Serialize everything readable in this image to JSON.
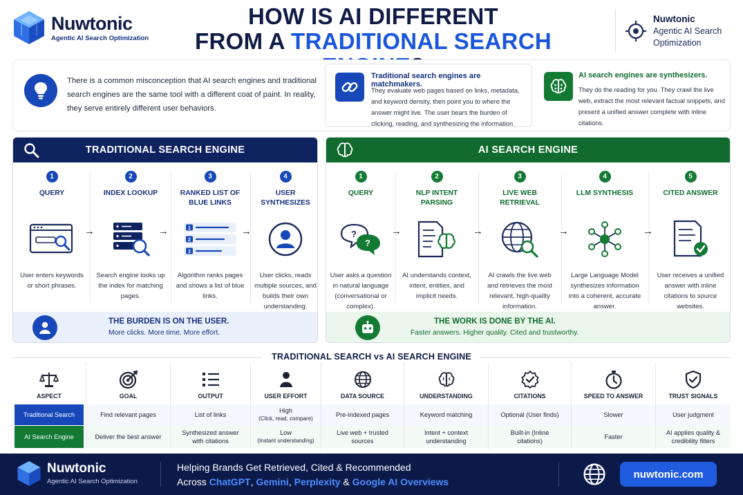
{
  "header": {
    "brand": "Nuwtonic",
    "brand_sub": "Agentic AI Search Optimization",
    "title_line1": "HOW IS AI DIFFERENT",
    "title_line2_a": "FROM A ",
    "title_line2_b": "TRADITIONAL SEARCH ENGINE",
    "title_line2_c": "?",
    "right_brand": "Nuwtonic",
    "right_sub1": "Agentic AI Search",
    "right_sub2": "Optimization"
  },
  "intro": {
    "text": "There is a common misconception that AI search engines and traditional search engines are the same tool with a different coat of paint. In reality, they serve entirely different user behaviors.",
    "trad_head": "Traditional search engines are matchmakers.",
    "trad_body": "They evaluate web pages based on links, metadata, and keyword density, then point you to where the answer might live. The user bears the burden of clicking, reading, and synthesizing the information.",
    "ai_head": "AI search engines are synthesizers.",
    "ai_body": "They do the reading for you. They crawl the live web, extract the most relevant factual snippets, and present a unified answer complete with inline citations."
  },
  "traditional": {
    "header": "TRADITIONAL SEARCH ENGINE",
    "steps": [
      {
        "num": "1",
        "title": "QUERY",
        "desc": "User enters keywords or short phrases."
      },
      {
        "num": "2",
        "title": "INDEX LOOKUP",
        "desc": "Search engine looks up the index for matching pages."
      },
      {
        "num": "3",
        "title": "RANKED LIST OF BLUE LINKS",
        "desc": "Algorithm ranks pages and shows a list of blue links."
      },
      {
        "num": "4",
        "title": "USER SYNTHESIZES",
        "desc": "User clicks, reads multiple sources, and builds their own understanding."
      }
    ],
    "list_nums": [
      "1",
      "2",
      "3"
    ],
    "burden_head": "THE BURDEN IS ON THE USER.",
    "burden_sub": "More clicks. More time. More effort."
  },
  "ai": {
    "header": "AI SEARCH ENGINE",
    "steps": [
      {
        "num": "1",
        "title": "QUERY",
        "desc": "User asks a question in natural language (conversational or complex)."
      },
      {
        "num": "2",
        "title": "NLP INTENT PARSING",
        "desc": "AI understands context, intent, entities, and implicit needs."
      },
      {
        "num": "3",
        "title": "LIVE WEB RETRIEVAL",
        "desc": "AI crawls the live web and retrieves the most relevant, high-quality information."
      },
      {
        "num": "4",
        "title": "LLM SYNTHESIS",
        "desc": "Large Language Model synthesizes information into a coherent, accurate answer."
      },
      {
        "num": "5",
        "title": "CITED ANSWER",
        "desc": "User receives a unified answer with inline citations to source websites."
      }
    ],
    "burden_head": "THE WORK IS DONE BY THE AI.",
    "burden_sub": "Faster answers. Higher quality. Cited and trustworthy."
  },
  "comparison": {
    "title": "TRADITIONAL SEARCH vs AI SEARCH ENGINE",
    "row_labels": [
      "Traditional Search",
      "AI Search Engine"
    ],
    "columns": [
      {
        "head": "ASPECT",
        "icon": "scale-icon"
      },
      {
        "head": "GOAL",
        "icon": "target-icon",
        "trad": "Find relevant pages",
        "ai": "Deliver the best answer"
      },
      {
        "head": "OUTPUT",
        "icon": "list-icon",
        "trad": "List of links",
        "ai": "Synthesized answer with citations"
      },
      {
        "head": "USER EFFORT",
        "icon": "person-icon",
        "trad": "High",
        "trad_small": "(Click, read, compare)",
        "ai": "Low",
        "ai_small": "(Instant understanding)"
      },
      {
        "head": "DATA SOURCE",
        "icon": "globe-icon",
        "trad": "Pre-indexed pages",
        "ai": "Live web + trusted sources"
      },
      {
        "head": "UNDERSTANDING",
        "icon": "brain-icon",
        "trad": "Keyword matching",
        "ai": "Intent + context understanding"
      },
      {
        "head": "CITATIONS",
        "icon": "badge-check-icon",
        "trad": "Optional (User finds)",
        "ai": "Built-in (Inline citations)"
      },
      {
        "head": "SPEED TO ANSWER",
        "icon": "stopwatch-icon",
        "trad": "Slower",
        "ai": "Faster"
      },
      {
        "head": "TRUST SIGNALS",
        "icon": "shield-check-icon",
        "trad": "User judgment",
        "ai": "AI applies quality & credibility filters"
      }
    ]
  },
  "footer": {
    "brand": "Nuwtonic",
    "brand_sub": "Agentic AI Search Optimization",
    "tag_line1": "Helping Brands Get Retrieved, Cited & Recommended",
    "tag_across": "Across ",
    "tag_chatgpt": "ChatGPT",
    "tag_comma1": ", ",
    "tag_gemini": "Gemini",
    "tag_comma2": ", ",
    "tag_perplexity": "Perplexity",
    "tag_amp": " & ",
    "tag_google": "Google AI Overviews",
    "url": "nuwtonic.com"
  },
  "colors": {
    "navy": "#0f1b45",
    "blue": "#1747b8",
    "green": "#137a34",
    "accent_blue": "#1a56db"
  }
}
